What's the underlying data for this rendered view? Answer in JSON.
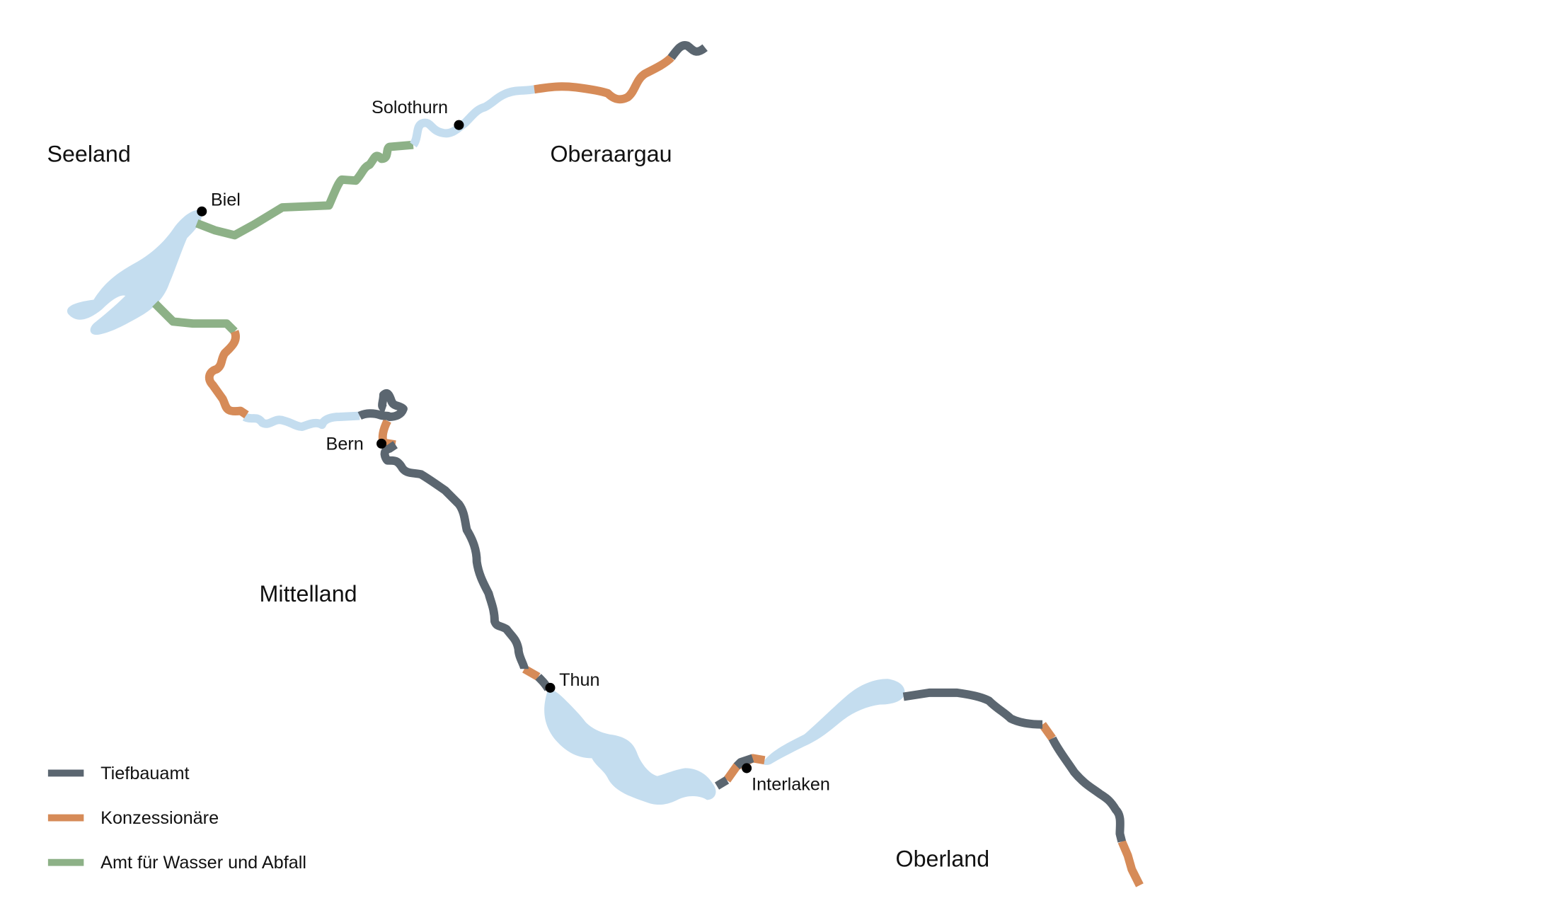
{
  "colors": {
    "tiefbauamt": "#5b6670",
    "konzessionaere": "#d68b58",
    "wasser_abfall": "#8db187",
    "water": "#c4ddef",
    "dot": "#000000"
  },
  "regions": {
    "seeland": "Seeland",
    "oberaargau": "Oberaargau",
    "mittelland": "Mittelland",
    "oberland": "Oberland"
  },
  "cities": {
    "solothurn": "Solothurn",
    "biel": "Biel",
    "bern": "Bern",
    "thun": "Thun",
    "interlaken": "Interlaken"
  },
  "legend": [
    {
      "label": "Tiefbauamt",
      "color": "#5b6670"
    },
    {
      "label": "Konzessionäre",
      "color": "#d68b58"
    },
    {
      "label": "Amt für Wasser und Abfall",
      "color": "#8db187"
    }
  ]
}
